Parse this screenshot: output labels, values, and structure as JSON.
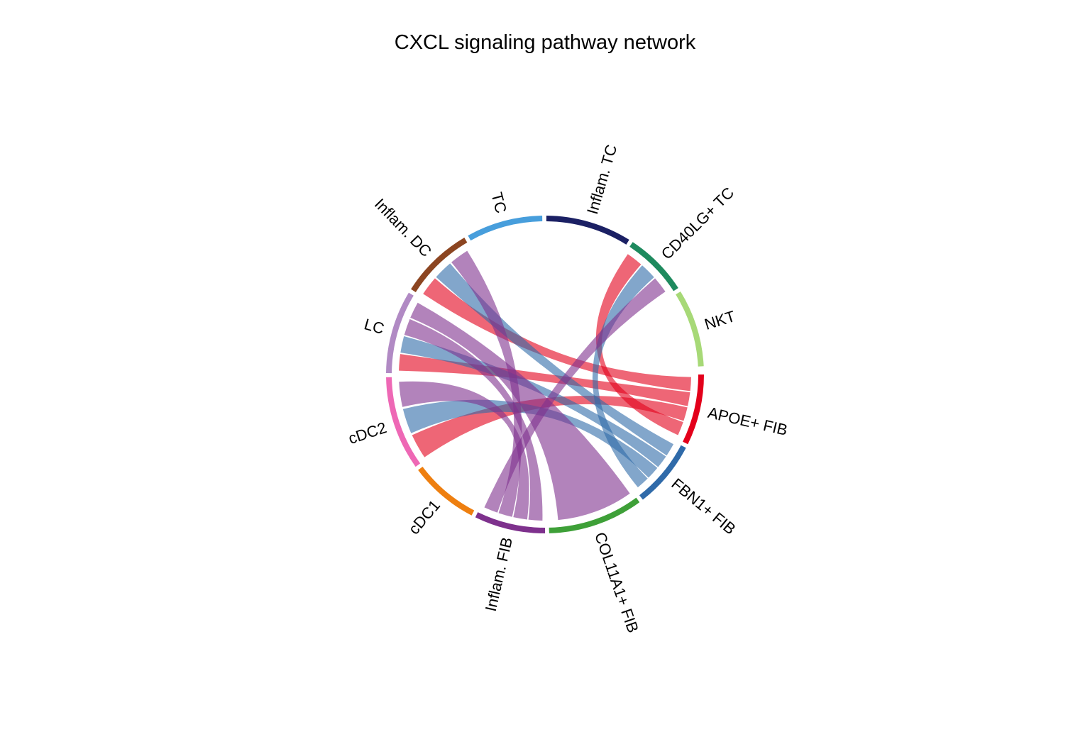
{
  "chart_data": {
    "type": "chord",
    "title": "CXCL signaling pathway network",
    "sectors": [
      {
        "name": "APOE+ FIB",
        "color": "#E3001B",
        "start_deg": 0,
        "end_deg": 26
      },
      {
        "name": "FBN1+ FIB",
        "color": "#2F6AA9",
        "start_deg": 27.5,
        "end_deg": 52
      },
      {
        "name": "COL11A1+ FIB",
        "color": "#3EA038",
        "start_deg": 53.5,
        "end_deg": 88.5
      },
      {
        "name": "Inflam. FIB",
        "color": "#7E318D",
        "start_deg": 90,
        "end_deg": 116
      },
      {
        "name": "cDC1",
        "color": "#EE7F10",
        "start_deg": 117.5,
        "end_deg": 143
      },
      {
        "name": "cDC2",
        "color": "#EE68B5",
        "start_deg": 144.5,
        "end_deg": 179
      },
      {
        "name": "LC",
        "color": "#B18AC4",
        "start_deg": 180.5,
        "end_deg": 211
      },
      {
        "name": "Inflam. DC",
        "color": "#8C4521",
        "start_deg": 212.5,
        "end_deg": 239.5
      },
      {
        "name": "TC",
        "color": "#479EDC",
        "start_deg": 241,
        "end_deg": 269
      },
      {
        "name": "Inflam. TC",
        "color": "#1B2064",
        "start_deg": 270.5,
        "end_deg": 302
      },
      {
        "name": "CD40LG+ TC",
        "color": "#1E8A5E",
        "start_deg": 303.5,
        "end_deg": 327
      },
      {
        "name": "NKT",
        "color": "#A7D977",
        "start_deg": 328.5,
        "end_deg": 357
      }
    ],
    "links": [
      {
        "source": "Inflam. DC",
        "target": "APOE+ FIB",
        "color": "#E3001B"
      },
      {
        "source": "LC",
        "target": "APOE+ FIB",
        "color": "#E3001B"
      },
      {
        "source": "cDC2",
        "target": "APOE+ FIB",
        "color": "#E3001B"
      },
      {
        "source": "CD40LG+ TC",
        "target": "APOE+ FIB",
        "color": "#E3001B"
      },
      {
        "source": "Inflam. DC",
        "target": "FBN1+ FIB",
        "color": "#2F6AA9"
      },
      {
        "source": "LC",
        "target": "FBN1+ FIB",
        "color": "#2F6AA9"
      },
      {
        "source": "cDC2",
        "target": "FBN1+ FIB",
        "color": "#2F6AA9"
      },
      {
        "source": "CD40LG+ TC",
        "target": "FBN1+ FIB",
        "color": "#2F6AA9"
      },
      {
        "source": "LC",
        "target": "Inflam. FIB",
        "color": "#7E318D"
      },
      {
        "source": "cDC2",
        "target": "Inflam. FIB",
        "color": "#7E318D"
      },
      {
        "source": "Inflam. DC",
        "target": "Inflam. FIB",
        "color": "#7E318D"
      },
      {
        "source": "CD40LG+ TC",
        "target": "Inflam. FIB",
        "color": "#7E318D"
      },
      {
        "source": "LC",
        "target": "COL11A1+ FIB",
        "color": "#7E318D"
      }
    ]
  }
}
